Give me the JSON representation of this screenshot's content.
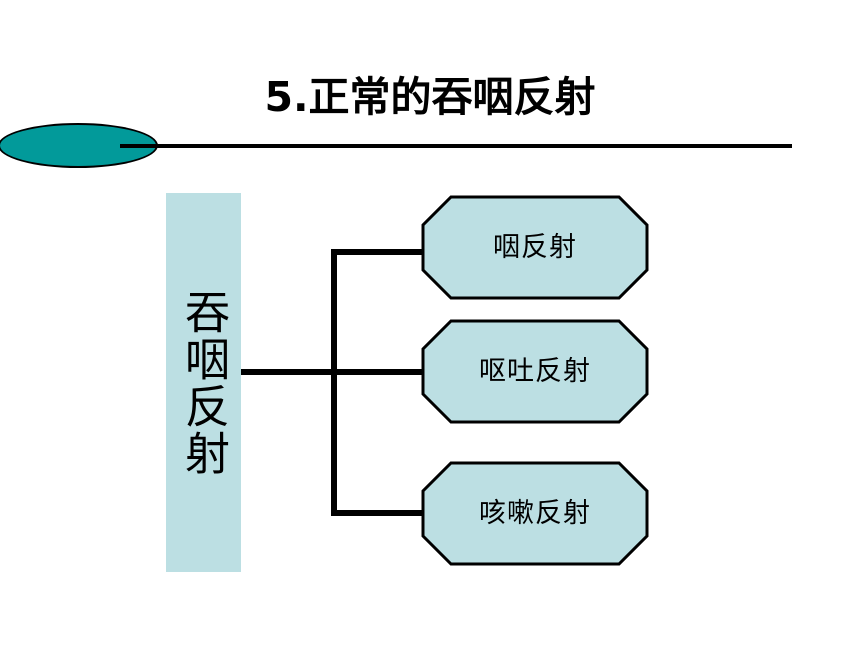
{
  "slide": {
    "title": "5.正常的吞咽反射",
    "background_color": "#ffffff",
    "accent_ellipse_color": "#029a9a",
    "node_fill_color": "#bcdfe3",
    "line_color": "#000000"
  },
  "diagram": {
    "type": "tree",
    "root": {
      "label": "吞咽反射",
      "orientation": "vertical-text"
    },
    "branches": [
      {
        "label": "咽反射",
        "shape": "octagon"
      },
      {
        "label": "呕吐反射",
        "shape": "octagon"
      },
      {
        "label": "咳嗽反射",
        "shape": "octagon"
      }
    ]
  }
}
